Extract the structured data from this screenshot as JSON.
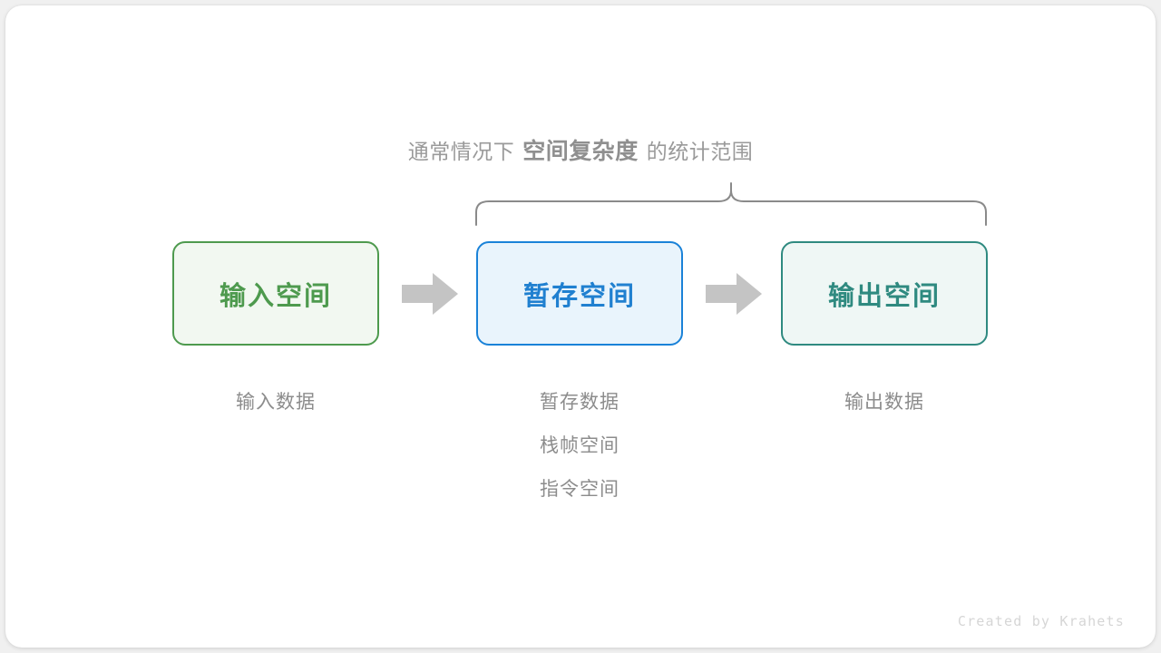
{
  "page": {
    "background": "#f0f0f0",
    "card_background": "#ffffff"
  },
  "caption": {
    "prefix": "通常情况下",
    "emphasis": "空间复杂度",
    "suffix": "的统计范围",
    "color": "#9a9a9a"
  },
  "brace": {
    "color": "#8a8a8a",
    "spans_boxes": [
      "暂存空间",
      "输出空间"
    ]
  },
  "boxes": [
    {
      "label": "输入空间",
      "border_color": "#4e9a4e",
      "fill_color": "#f2f8f1",
      "text_color": "#4e9a4e"
    },
    {
      "label": "暂存空间",
      "border_color": "#1a82d8",
      "fill_color": "#e9f4fc",
      "text_color": "#2080d0"
    },
    {
      "label": "输出空间",
      "border_color": "#2f8a80",
      "fill_color": "#eff7f5",
      "text_color": "#2f8a80"
    }
  ],
  "arrows": [
    {
      "name": "arrow-input-to-temp",
      "color": "#c4c4c4"
    },
    {
      "name": "arrow-temp-to-output",
      "color": "#c4c4c4"
    }
  ],
  "sublabels": {
    "input": [
      "输入数据"
    ],
    "temp": [
      "暂存数据",
      "栈帧空间",
      "指令空间"
    ],
    "output": [
      "输出数据"
    ],
    "color": "#8c8c8c"
  },
  "credit": {
    "text": "Created by Krahets",
    "color": "#d6d6d6"
  }
}
